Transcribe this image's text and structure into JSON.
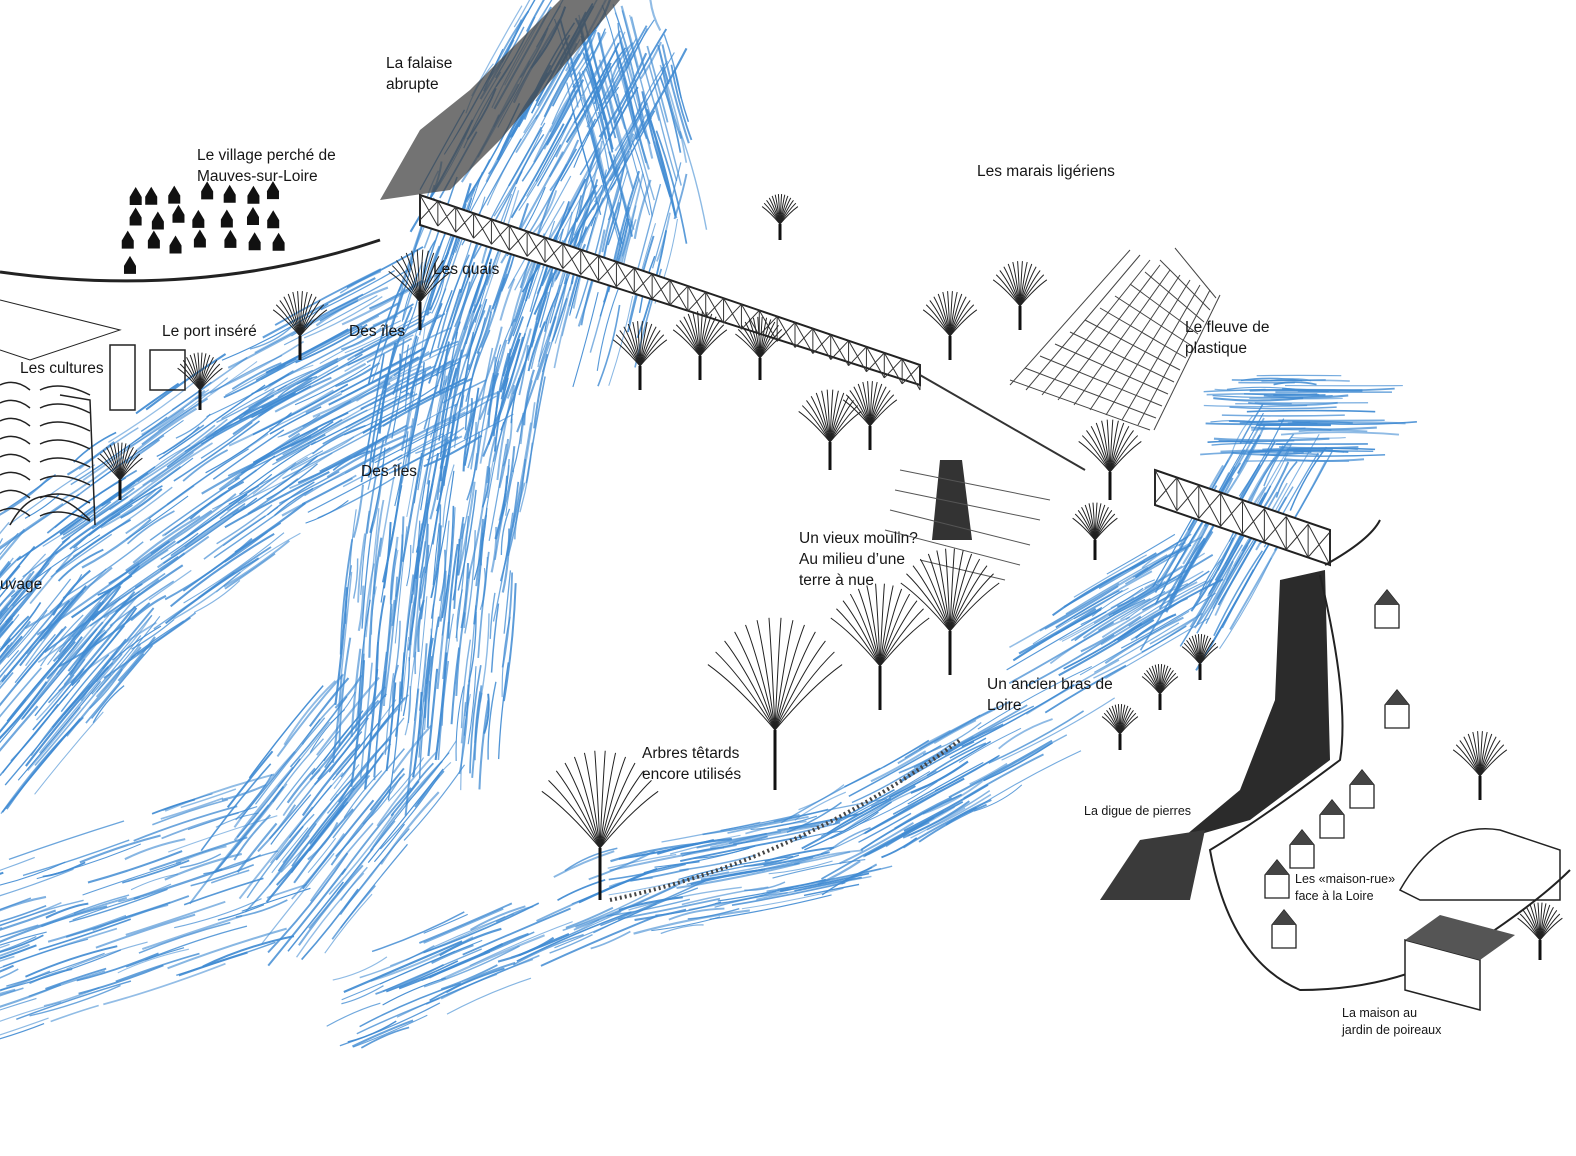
{
  "labels": {
    "falaise": [
      "La falaise",
      "abrupte"
    ],
    "village": [
      "Le village perché de",
      "Mauves-sur-Loire"
    ],
    "quais": "Les quais",
    "port": "Le port inséré",
    "iles_top": "Des îles",
    "cultures": "Les cultures",
    "iles_mid": "Des îles",
    "sauvage": "uvage",
    "marais": "Les marais ligériens",
    "plastique": [
      "Le fleuve de",
      "plastique"
    ],
    "moulin": [
      "Un vieux moulin?",
      "Au milieu d’une",
      "terre à nue"
    ],
    "bras": [
      "Un ancien bras de",
      "Loire"
    ],
    "tetards": [
      "Arbres têtards",
      "encore utilisés"
    ],
    "digue": "La digue de pierres",
    "maison_rue": [
      "Les «maison-rue»",
      "face à la Loire"
    ],
    "poireaux": [
      "La maison au",
      "jardin de poireaux"
    ]
  },
  "colors": {
    "water": "#3f8ad2",
    "ink": "#1a1a1a"
  }
}
